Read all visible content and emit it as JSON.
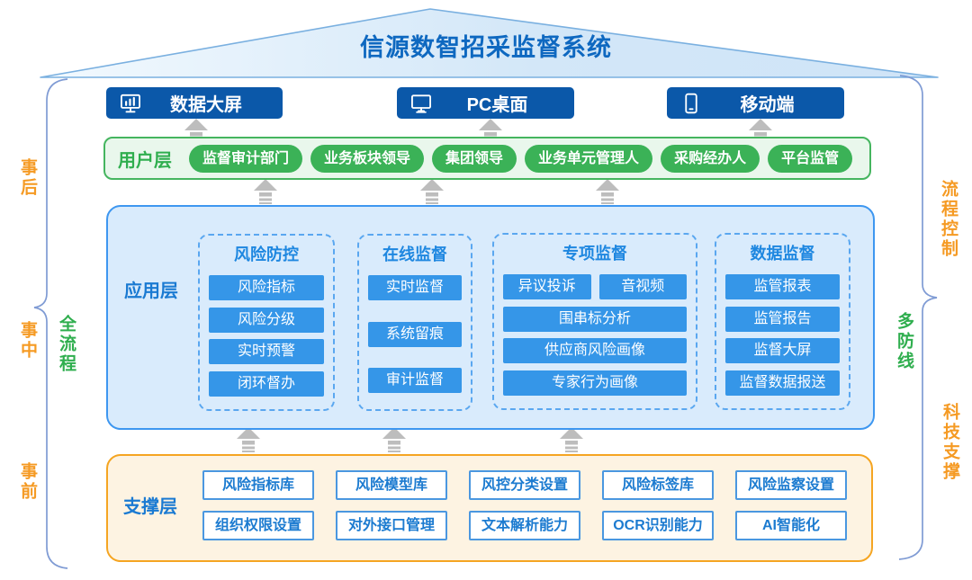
{
  "title": "信源数智招采监督系统",
  "terminals": {
    "items": [
      {
        "label": "数据大屏",
        "icon": "big-screen-icon"
      },
      {
        "label": "PC桌面",
        "icon": "desktop-icon"
      },
      {
        "label": "移动端",
        "icon": "mobile-icon"
      }
    ]
  },
  "user_layer": {
    "label": "用户层",
    "pills": [
      "监督审计部门",
      "业务板块领导",
      "集团领导",
      "业务单元管理人",
      "采购经办人",
      "平台监管"
    ]
  },
  "app_layer": {
    "label": "应用层",
    "columns": [
      {
        "title": "风险防控",
        "items": [
          "风险指标",
          "风险分级",
          "实时预警",
          "闭环督办"
        ]
      },
      {
        "title": "在线监督",
        "items": [
          "实时监督",
          "系统留痕",
          "审计监督"
        ]
      },
      {
        "title": "专项监督",
        "row_items": [
          "异议投诉",
          "音视频"
        ],
        "items": [
          "围串标分析",
          "供应商风险画像",
          "专家行为画像"
        ]
      },
      {
        "title": "数据监督",
        "items": [
          "监管报表",
          "监管报告",
          "监督大屏",
          "监督数据报送"
        ]
      }
    ]
  },
  "support_layer": {
    "label": "支撑层",
    "row1": [
      "风险指标库",
      "风险模型库",
      "风控分类设置",
      "风险标签库",
      "风险监察设置"
    ],
    "row2": [
      "组织权限设置",
      "对外接口管理",
      "文本解析能力",
      "OCR识别能力",
      "AI智能化"
    ]
  },
  "annotations": {
    "left": [
      {
        "text": "事后"
      },
      {
        "text": "事中"
      },
      {
        "text": "事前"
      },
      {
        "text": "全流程"
      }
    ],
    "right": [
      {
        "text": "流程控制"
      },
      {
        "text": "多防线"
      },
      {
        "text": "科技支撑"
      }
    ]
  },
  "colors": {
    "terminal_blue": "#0b58a9",
    "item_blue": "#3596e8",
    "column_header_blue": "#1e87e0",
    "layer_label_blue": "#1a7ad2",
    "pill_green": "#3bb257",
    "green_text": "#2fae4e",
    "orange_text": "#f59a23",
    "roof_fill": "#d3e7f8",
    "app_bg": "#d9ebfc",
    "support_bg": "#fdf3e2",
    "arrow_gray": "#bdbdbd",
    "brace_blue": "#7f9bd4"
  }
}
